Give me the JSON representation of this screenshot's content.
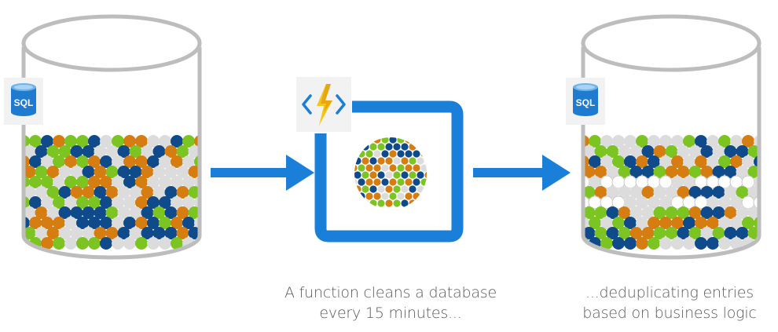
{
  "colors": {
    "blue": "#0F4A8A",
    "orange": "#D67D12",
    "green": "#7CC422",
    "grey": "#DCDCDC",
    "white": "#FFFFFF",
    "cylinder_stroke": "#BDBDBD",
    "arrow": "#1A7FD9",
    "function_frame": "#1A7FD9",
    "sql_icon": "#1E7BD0",
    "caption_text": "#5A5A5A"
  },
  "source_database": {
    "icon": "sql-database-icon",
    "icon_label": "SQL"
  },
  "function_app": {
    "icon": "azure-functions-lightning-icon"
  },
  "target_database": {
    "icon": "sql-database-icon",
    "icon_label": "SQL"
  },
  "captions": {
    "middle_line1": "A function cleans a database",
    "middle_line2": "every 15 minutes...",
    "right_line1": "...deduplicating entries",
    "right_line2": "based on business logic"
  }
}
